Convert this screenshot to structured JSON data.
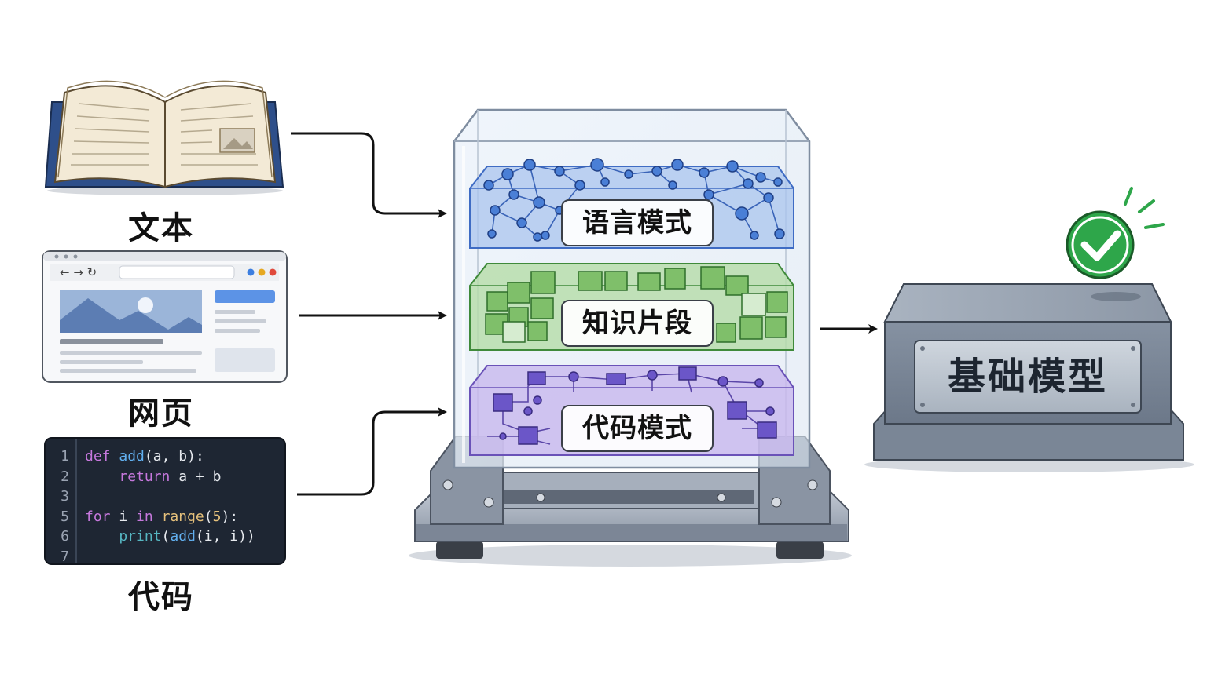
{
  "inputs": [
    {
      "label": "文本",
      "icon": "book-icon"
    },
    {
      "label": "网页",
      "icon": "webpage-icon"
    },
    {
      "label": "代码",
      "icon": "code-icon"
    }
  ],
  "code_snippet": {
    "lines": [
      {
        "n": "1",
        "text": "def add(a, b):"
      },
      {
        "n": "2",
        "text": "    return a + b"
      },
      {
        "n": "3",
        "text": ""
      },
      {
        "n": "5",
        "text": "for i in range(5):"
      },
      {
        "n": "6",
        "text": "    print(add(i, i))"
      },
      {
        "n": "7",
        "text": ""
      }
    ]
  },
  "container": {
    "layers": [
      {
        "label": "语言模式",
        "color": "#4a7fd6"
      },
      {
        "label": "知识片段",
        "color": "#5aa84a"
      },
      {
        "label": "代码模式",
        "color": "#8a6fd0"
      }
    ]
  },
  "output": {
    "label": "基础模型",
    "badge": "check-icon",
    "badge_color": "#2ea64a"
  }
}
